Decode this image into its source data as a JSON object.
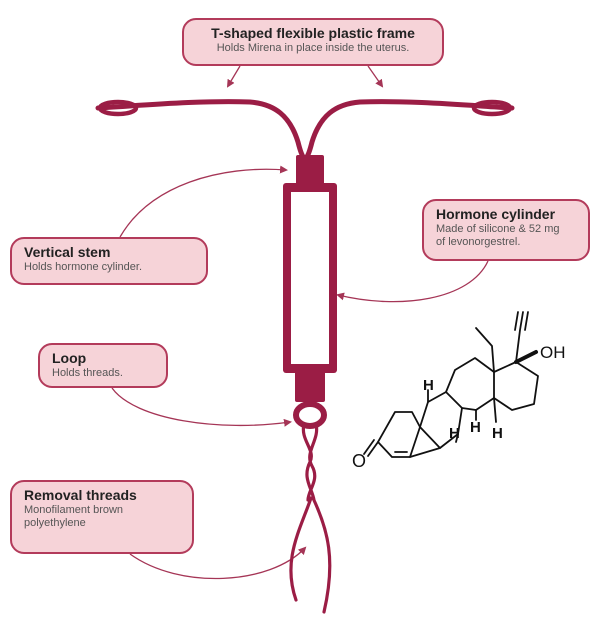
{
  "labels": {
    "frame": {
      "title": "T-shaped flexible plastic frame",
      "desc": "Holds Mirena in place inside the uterus."
    },
    "stem": {
      "title": "Vertical stem",
      "desc": "Holds hormone cylinder."
    },
    "hormone": {
      "title": "Hormone cylinder",
      "desc_line1": "Made of silicone & 52 mg",
      "desc_line2": "of levonorgestrel."
    },
    "loop": {
      "title": "Loop",
      "desc": "Holds threads."
    },
    "threads": {
      "title": "Removal threads",
      "desc_line1": "Monofilament brown",
      "desc_line2": "polyethylene"
    }
  },
  "molecule": {
    "atoms": {
      "oh": "OH",
      "o": "O",
      "h1": "H",
      "h2": "H",
      "h3": "H",
      "h4": "H"
    }
  },
  "colors": {
    "device": "#9b1d45",
    "cylinder_fill": "#ffffff",
    "box_fill": "#f6d3d8",
    "box_border": "#b33b5b",
    "arrow": "#a53556",
    "bond": "#111111"
  }
}
